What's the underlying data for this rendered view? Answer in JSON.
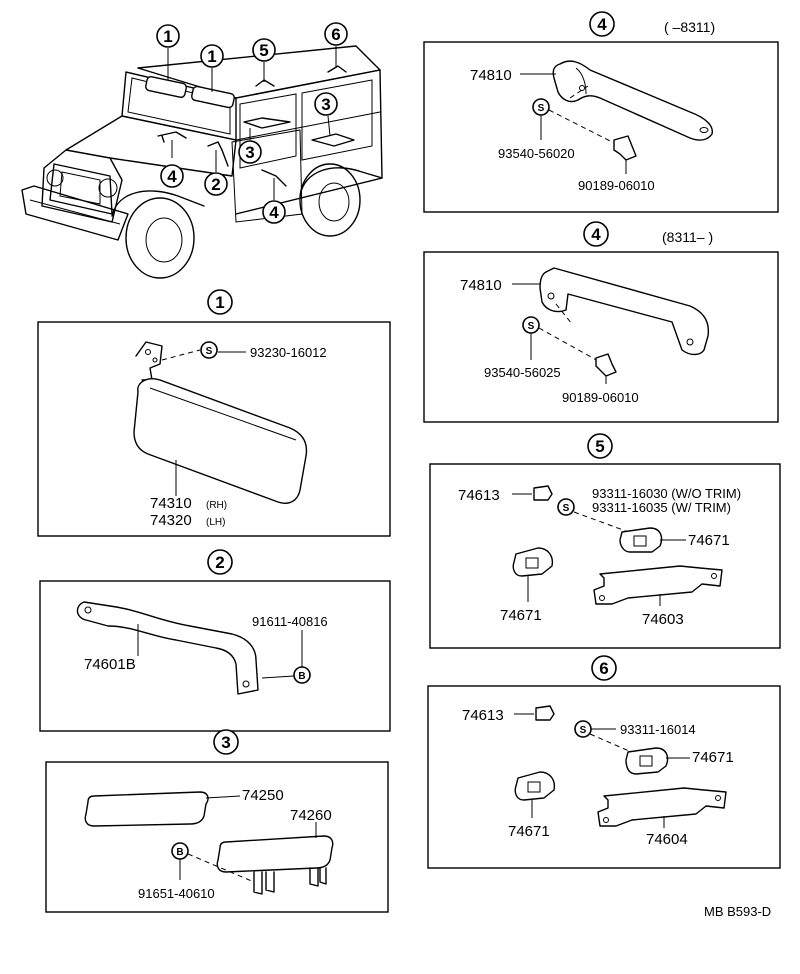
{
  "overview": {
    "callouts": [
      "1",
      "1",
      "5",
      "6",
      "3",
      "3",
      "4",
      "2",
      "4"
    ]
  },
  "sec1": {
    "num": "1",
    "parts": [
      "93230-16012",
      "74310",
      "74320"
    ],
    "notes": [
      "(RH)",
      "(LH)"
    ],
    "symbols": [
      "S"
    ]
  },
  "sec2": {
    "num": "2",
    "parts": [
      "91611-40816",
      "74601B"
    ],
    "symbols": [
      "B"
    ]
  },
  "sec3": {
    "num": "3",
    "parts": [
      "74250",
      "74260",
      "91651-40610"
    ],
    "symbols": [
      "B"
    ]
  },
  "sec4a": {
    "num": "4",
    "range": "(      –8311)",
    "parts": [
      "74810",
      "93540-56020",
      "90189-06010"
    ],
    "symbols": [
      "S"
    ]
  },
  "sec4b": {
    "num": "4",
    "range": "(8311–      )",
    "parts": [
      "74810",
      "93540-56025",
      "90189-06010"
    ],
    "symbols": [
      "S"
    ]
  },
  "sec5": {
    "num": "5",
    "parts": [
      "74613",
      "93311-16030 (W/O TRIM)",
      "93311-16035 (W/ TRIM)",
      "74671",
      "74671",
      "74603"
    ],
    "symbols": [
      "S"
    ]
  },
  "sec6": {
    "num": "6",
    "parts": [
      "74613",
      "93311-16014",
      "74671",
      "74671",
      "74604"
    ],
    "symbols": [
      "S"
    ]
  },
  "footer": {
    "code": "MB  B593-D"
  }
}
